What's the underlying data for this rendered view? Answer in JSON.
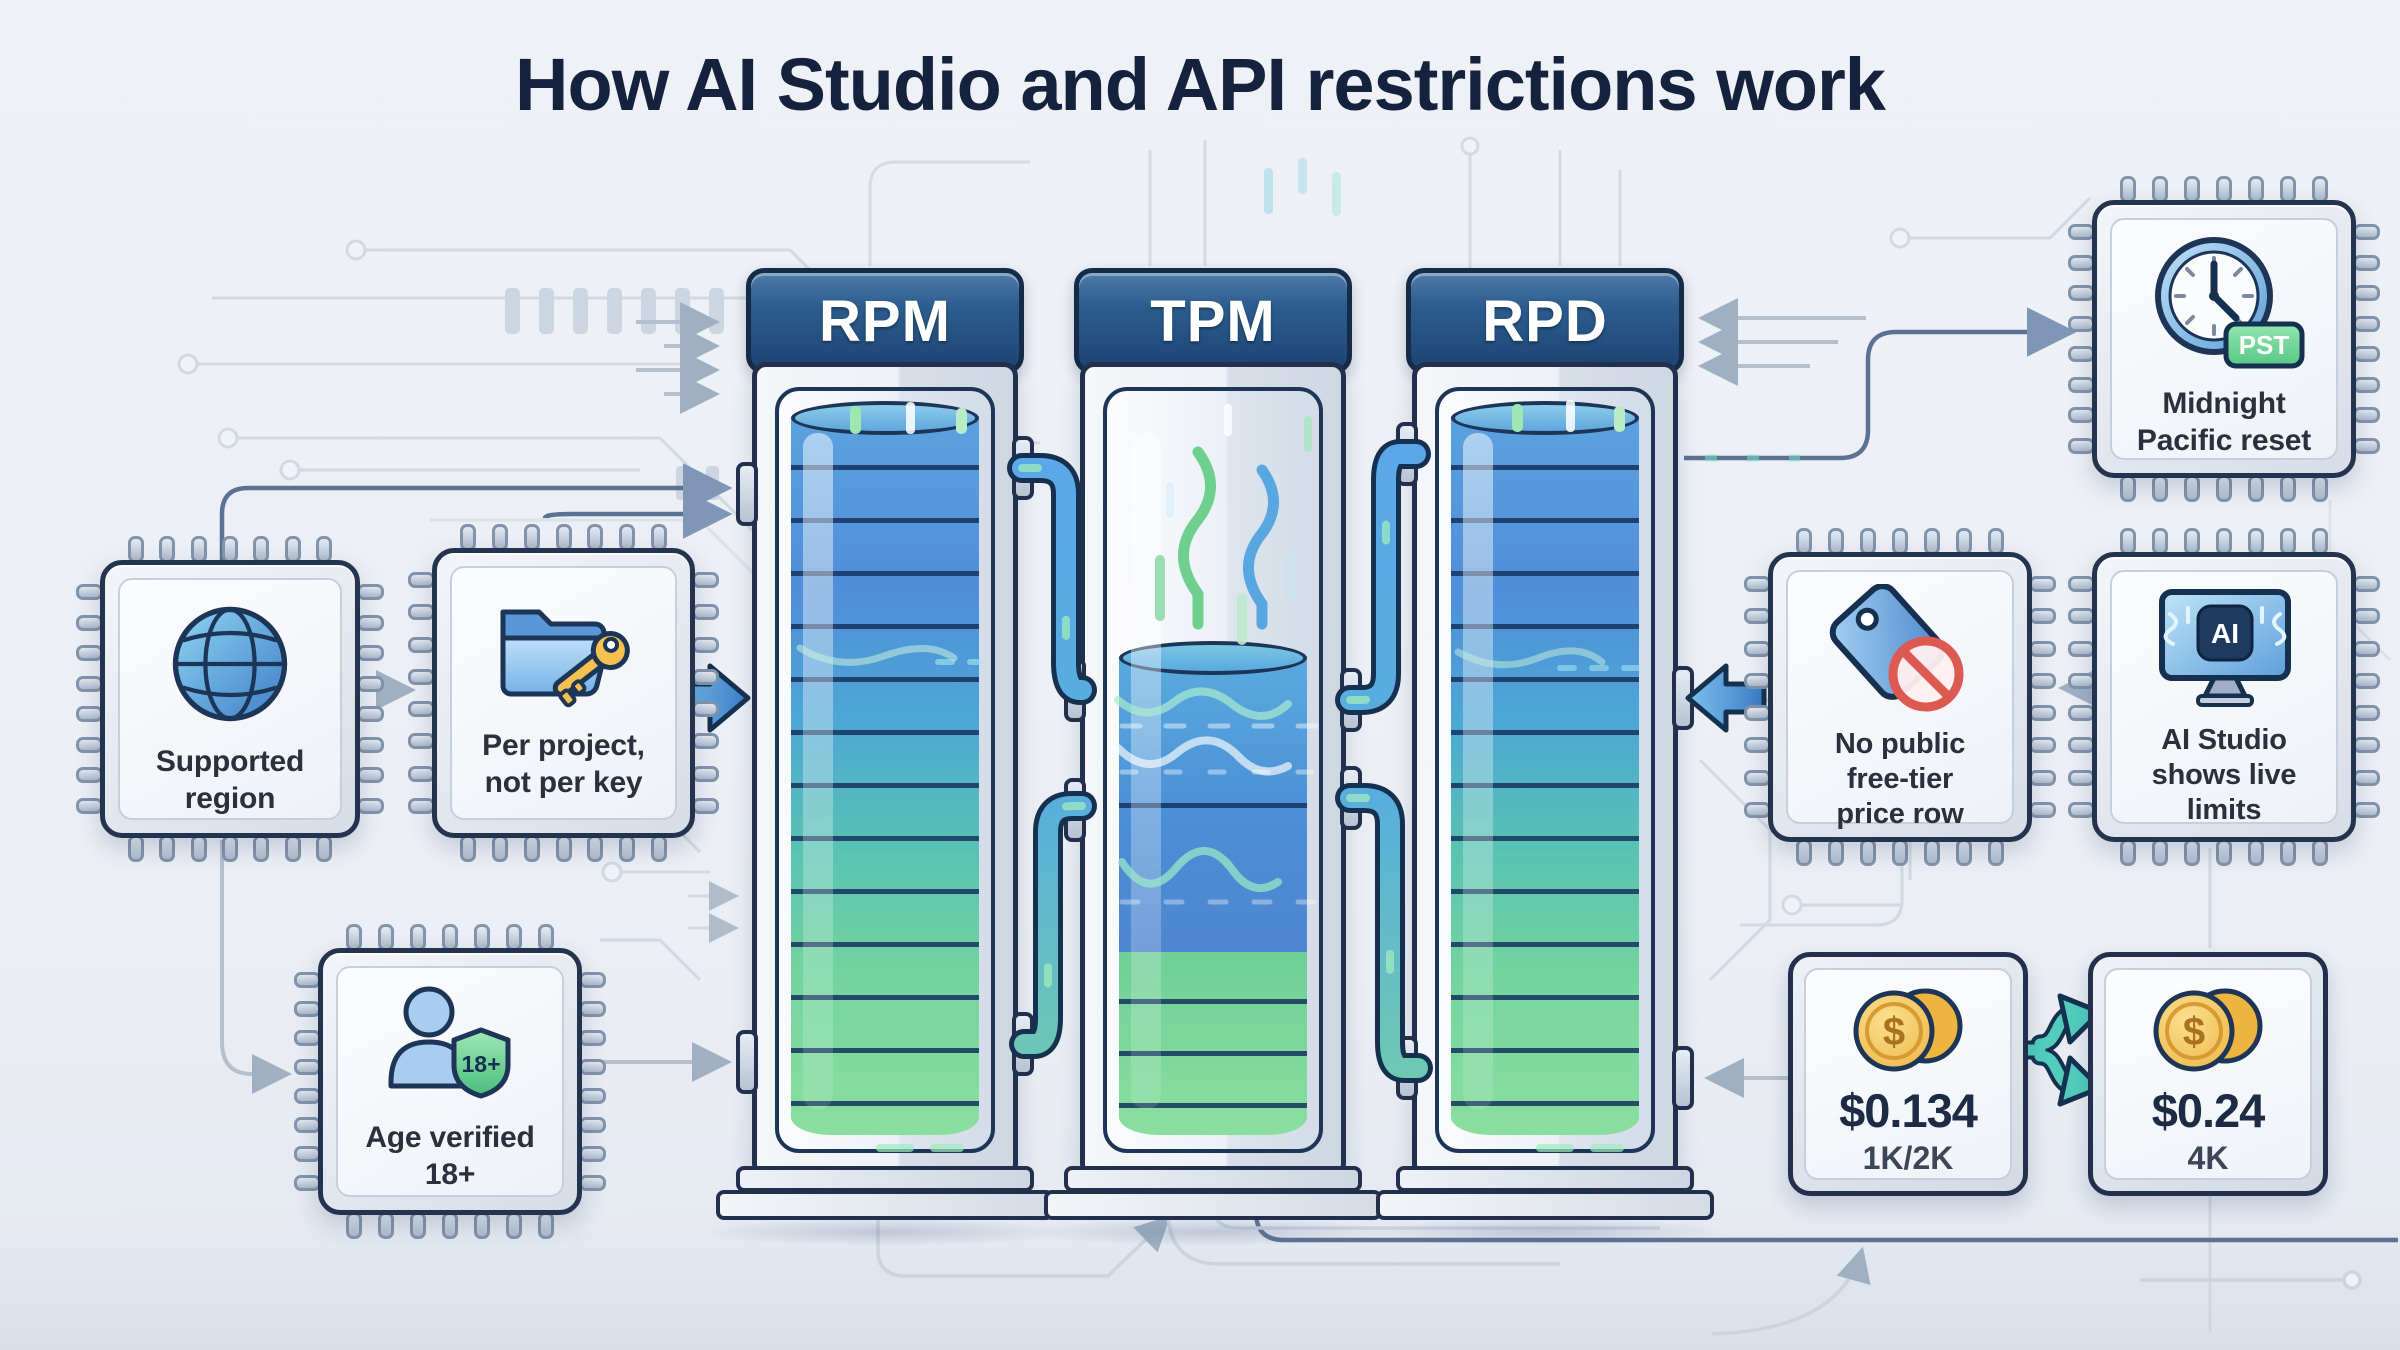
{
  "title": {
    "text": "How AI Studio and API restrictions work"
  },
  "towers": {
    "rpm": {
      "label": "RPM",
      "fill": "full",
      "meaning_colors": [
        "#4f8ed8",
        "#8adf9f"
      ]
    },
    "tpm": {
      "label": "TPM",
      "fill": "partial"
    },
    "rpd": {
      "label": "RPD",
      "fill": "full"
    }
  },
  "chips": {
    "supported_region": {
      "icon": "globe-icon",
      "lines": [
        "Supported",
        "region"
      ]
    },
    "per_project": {
      "icon": "folder-key-icon",
      "lines": [
        "Per project,",
        "not per key"
      ]
    },
    "age_verified": {
      "icon": "person-shield-icon",
      "badge": "18+",
      "lines": [
        "Age verified",
        "18+"
      ]
    },
    "midnight_reset": {
      "icon": "clock-icon",
      "badge": "PST",
      "lines": [
        "Midnight",
        "Pacific reset"
      ]
    },
    "no_free_tier": {
      "icon": "price-tag-blocked-icon",
      "lines": [
        "No public",
        "free-tier",
        "price row"
      ]
    },
    "ai_studio_limits": {
      "icon": "monitor-ai-icon",
      "badge": "AI",
      "lines": [
        "AI Studio",
        "shows live",
        "limits"
      ]
    }
  },
  "prices": {
    "input": {
      "icon": "coins-icon",
      "value": "$0.134",
      "unit": "1K/2K"
    },
    "output": {
      "icon": "coins-icon",
      "value": "$0.24",
      "unit": "4K"
    }
  },
  "colors": {
    "background": "#edf0f5",
    "title": "#15223d",
    "chip_border": "#24344f",
    "tower_badge": "#1d4473",
    "liquid_blue": "#4f8ed8",
    "liquid_green": "#8adf9f",
    "pipe_blue": "#5aa7e8",
    "arrow_blue": "#4a90d9",
    "fork_teal": "#52cdbd",
    "pst_green": "#6fd598",
    "alert_red": "#d9534f",
    "coin_gold": "#f3c55c"
  }
}
